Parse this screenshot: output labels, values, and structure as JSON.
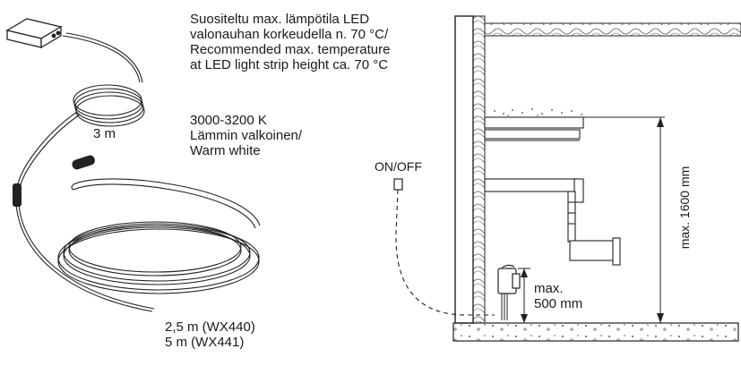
{
  "notes": {
    "temperature": [
      "Suositeltu max. lämpötila LED",
      "valonauhan korkeudella n. 70 °C/",
      "Recommended max. temperature",
      "at LED light strip height ca. 70 °C"
    ],
    "color": [
      "3000-3200 K",
      "Lämmin valkoinen/",
      "Warm white"
    ]
  },
  "labels": {
    "cable_length": "3 m",
    "strip_lengths": [
      "2,5 m (WX440)",
      "5 m (WX441)"
    ],
    "switch": "ON/OFF",
    "max_height": "max. 1600 mm",
    "control_max": [
      "max.",
      "500 mm"
    ]
  }
}
